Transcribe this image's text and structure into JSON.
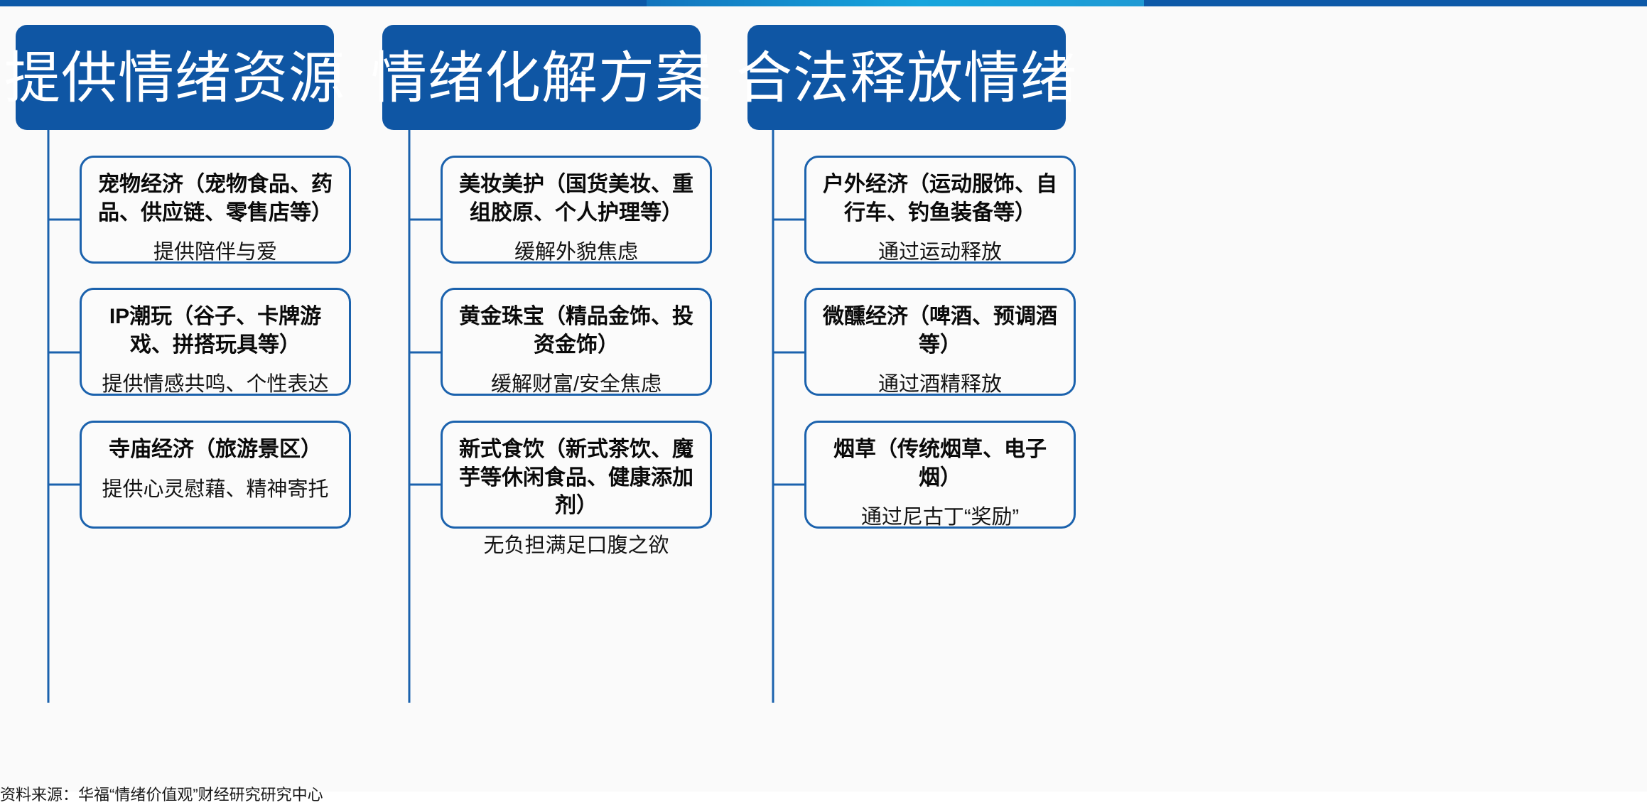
{
  "page": {
    "top_bar_color": "#0d59a8",
    "accent_color": "#16a5dd",
    "header_bg": "#0f56a4",
    "card_border": "#1b62ad",
    "background": "#fafafa"
  },
  "footer": {
    "source_note": "资料来源：华福“情绪价值观”财经研究研究中心"
  },
  "columns": [
    {
      "header": "提供情绪资源",
      "cards": [
        {
          "title": "宠物经济（宠物食品、药品、供应链、零售店等）",
          "sub": "提供陪伴与爱"
        },
        {
          "title": "IP潮玩（谷子、卡牌游戏、拼搭玩具等）",
          "sub": "提供情感共鸣、个性表达"
        },
        {
          "title": "寺庙经济（旅游景区）",
          "sub": "提供心灵慰藉、精神寄托"
        }
      ]
    },
    {
      "header": "情绪化解方案",
      "cards": [
        {
          "title": "美妆美护（国货美妆、重组胶原、个人护理等）",
          "sub": "缓解外貌焦虑"
        },
        {
          "title": "黄金珠宝（精品金饰、投资金饰）",
          "sub": "缓解财富/安全焦虑"
        },
        {
          "title": "新式食饮（新式茶饮、魔芋等休闲食品、健康添加剂）",
          "sub": "无负担满足口腹之欲"
        }
      ]
    },
    {
      "header": "合法释放情绪",
      "cards": [
        {
          "title": "户外经济（运动服饰、自行车、钓鱼装备等）",
          "sub": "通过运动释放"
        },
        {
          "title": "微醺经济（啤酒、预调酒等）",
          "sub": "通过酒精释放"
        },
        {
          "title": "烟草（传统烟草、电子烟）",
          "sub": "通过尼古丁“奖励”"
        }
      ]
    }
  ]
}
